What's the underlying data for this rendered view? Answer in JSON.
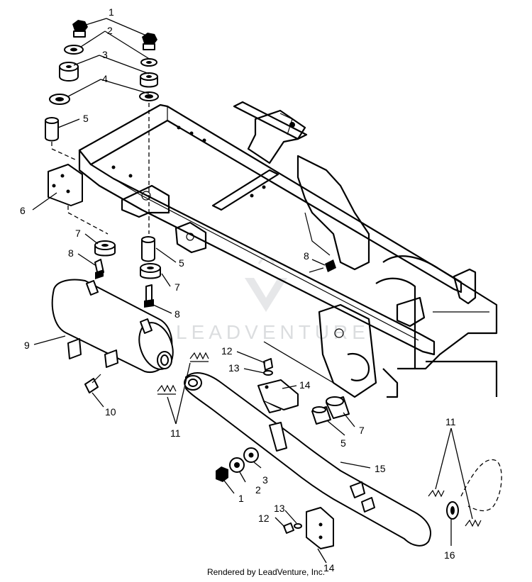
{
  "diagram": {
    "watermark": "LEADVENTURE",
    "footer": "Rendered by LeadVenture, Inc.",
    "callouts": {
      "c1a": "1",
      "c2a": "2",
      "c3a": "3",
      "c4a": "4",
      "c5a": "5",
      "c6": "6",
      "c7a": "7",
      "c8a": "8",
      "c5b": "5",
      "c7b": "7",
      "c8b": "8",
      "c8c": "8",
      "c9": "9",
      "c10": "10",
      "c11a": "11",
      "c12a": "12",
      "c13a": "13",
      "c14a": "14",
      "c5c": "5",
      "c7c": "7",
      "c15": "15",
      "c3b": "3",
      "c2b": "2",
      "c1b": "1",
      "c11b": "11",
      "c12b": "12",
      "c13b": "13",
      "c14b": "14",
      "c16": "16"
    }
  }
}
